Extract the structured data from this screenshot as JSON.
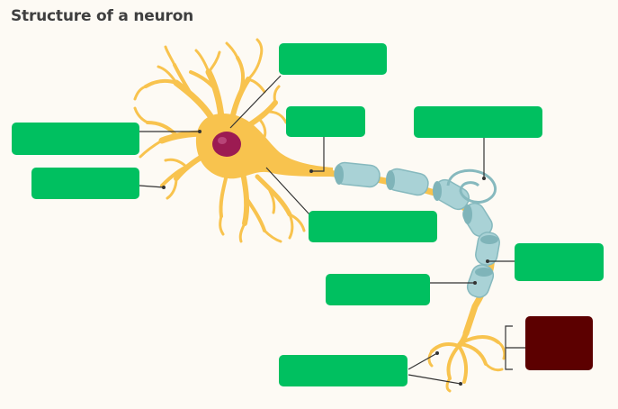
{
  "title": "Structure of a neuron",
  "colors": {
    "label_box": "#00c060",
    "highlight_box": "#5c0000",
    "neuron": "#f8c34e",
    "nucleus": "#9c1b52",
    "myelin": "#a9d2d6",
    "background": "#fdfaf4"
  },
  "labels": [
    {
      "id": "nucleus",
      "text": ""
    },
    {
      "id": "dendrite",
      "text": ""
    },
    {
      "id": "cell-body",
      "text": ""
    },
    {
      "id": "axon-hillock",
      "text": ""
    },
    {
      "id": "schwann-cell",
      "text": ""
    },
    {
      "id": "axon",
      "text": ""
    },
    {
      "id": "node-of-ranvier",
      "text": ""
    },
    {
      "id": "myelin-sheath",
      "text": ""
    },
    {
      "id": "axon-terminal",
      "text": ""
    },
    {
      "id": "synaptic-knobs",
      "text": ""
    }
  ]
}
